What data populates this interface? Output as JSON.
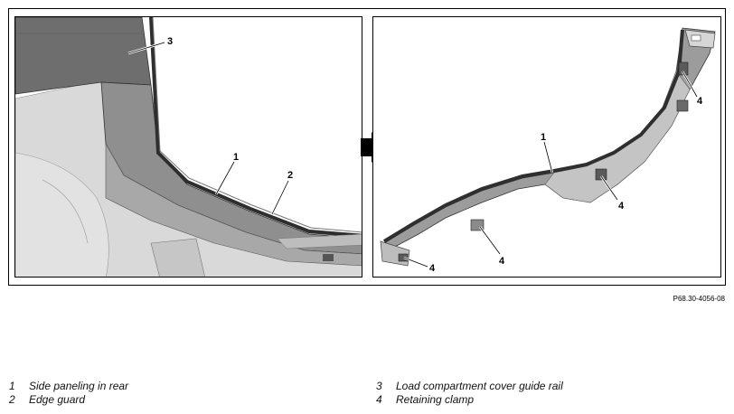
{
  "figure_code": "P68.30-4056-08",
  "callouts": {
    "left": [
      "3",
      "1",
      "2"
    ],
    "right": [
      "1",
      "4",
      "4",
      "4",
      "4"
    ]
  },
  "legend": {
    "left": [
      {
        "num": "1",
        "text": "Side paneling in rear"
      },
      {
        "num": "2",
        "text": "Edge guard"
      }
    ],
    "right": [
      {
        "num": "3",
        "text": "Load compartment cover guide rail"
      },
      {
        "num": "4",
        "text": "Retaining clamp"
      }
    ]
  },
  "colors": {
    "paneling_dark": "#6b6b6b",
    "paneling_mid": "#9a9a9a",
    "paneling_light": "#cfcfcf",
    "edge_guard": "#3c3c3c"
  }
}
